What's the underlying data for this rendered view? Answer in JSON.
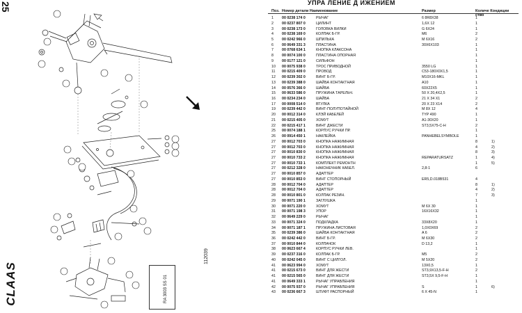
{
  "page_number": "25",
  "brand": "CLAAS",
  "drawing_number": "112039",
  "stamp_text": "RA 3003 SS 01",
  "header": {
    "title": "УПРА ЛЕНИЕ Д ИЖЕНИЕМ",
    "col_pos": "Поз.",
    "col_part": "Номер детали Наименование",
    "col_size": "Размер",
    "col_qty": "Количе Кондиции",
    "col_qty2": "ство"
  },
  "rows": [
    {
      "pos": "1",
      "art": "00 0238 174 0",
      "name": "РЫЧАГ",
      "size": "6 8R8X38",
      "qty": "1",
      "note": ""
    },
    {
      "pos": "2",
      "art": "00 0237 807 0",
      "name": "ЦИЛИНТ",
      "size": "1,6X 12",
      "qty": "1",
      "note": ""
    },
    {
      "pos": "3",
      "art": "00 0238 173 0",
      "name": "ГОЛОВКА ВИЛКИ",
      "size": "G 6X24",
      "qty": "1",
      "note": ""
    },
    {
      "pos": "4",
      "art": "00 0238 169 0",
      "name": "КОЛПАК Б-ГР.",
      "size": "M6",
      "qty": "2",
      "note": ""
    },
    {
      "pos": "5",
      "art": "00 0242 966 0",
      "name": "ШПИЛЬКА",
      "size": "M 6X16",
      "qty": "2",
      "note": ""
    },
    {
      "pos": "6",
      "art": "00 0649 331 3",
      "name": "ПЛАСТИНА",
      "size": "30X6X103",
      "qty": "1",
      "note": ""
    },
    {
      "pos": "7",
      "art": "00 0768 634 1",
      "name": "КНОПКА КЛАКСОНА",
      "size": "",
      "qty": "1",
      "note": ""
    },
    {
      "pos": "8",
      "art": "00 0074 100 0",
      "name": "ПЛАСТИНА ОПОРНАЯ",
      "size": "",
      "qty": "1",
      "note": ""
    },
    {
      "pos": "9",
      "art": "00 0177 121 0",
      "name": "СИЛЬФОН",
      "size": "",
      "qty": "1",
      "note": ""
    },
    {
      "pos": "10",
      "art": "00 0075 938 0",
      "name": "ТРОС ПРИВОДНОЙ",
      "size": "3550 LG",
      "qty": "1",
      "note": ""
    },
    {
      "pos": "11",
      "art": "00 0215 409 0",
      "name": "ПРОВОД",
      "size": "C53-180X0X1,5",
      "qty": "1",
      "note": ""
    },
    {
      "pos": "12",
      "art": "00 0239 302 0",
      "name": "ВИНТ Б-ГР.",
      "size": "M10X16-MKL",
      "qty": "1",
      "note": ""
    },
    {
      "pos": "13",
      "art": "00 0239 388 0",
      "name": "ШАЙБА КОНТАКТНАЯ",
      "size": "A10",
      "qty": "1",
      "note": ""
    },
    {
      "pos": "14",
      "art": "00 0576 366 0",
      "name": "ШАЙБА",
      "size": "60X22X5",
      "qty": "1",
      "note": ""
    },
    {
      "pos": "15",
      "art": "00 0633 586 0",
      "name": "ПРУЖИНА ТАРЕЛЬЧ.",
      "size": "50 X 20,4X2,5",
      "qty": "1",
      "note": ""
    },
    {
      "pos": "16",
      "art": "00 0234 234 0",
      "name": "ШАЙБА",
      "size": "21 X 34 X1",
      "qty": "2",
      "note": ""
    },
    {
      "pos": "17",
      "art": "00 0008 514 0",
      "name": "ВТУЛКА",
      "size": "20 X 23 X14",
      "qty": "2",
      "note": ""
    },
    {
      "pos": "19",
      "art": "00 0239 442 0",
      "name": "ВИНТ-ПОЛУПОТАЙНОЙ",
      "size": "M 8X 12",
      "qty": "4",
      "note": ""
    },
    {
      "pos": "20",
      "art": "00 0012 314 0",
      "name": "КЛЭЙ КАБЕЛЕЙ",
      "size": "TYP 490",
      "qty": "1",
      "note": ""
    },
    {
      "pos": "21",
      "art": "00 0215 405 0",
      "name": "ХОМУТ",
      "size": "A1-30X20",
      "qty": "1",
      "note": ""
    },
    {
      "pos": "22",
      "art": "00 0215 417 1",
      "name": "ВИНТ ДЖЕСТИ",
      "size": "ST3,5X75-C-H",
      "qty": "2",
      "note": ""
    },
    {
      "pos": "25",
      "art": "00 0074 188 1",
      "name": "КОРПУС РУЧКИ ПР.",
      "size": "",
      "qty": "1",
      "note": ""
    },
    {
      "pos": "26",
      "art": "00 0914 450 1",
      "name": "НАКЛЕЙКА",
      "size": "PANHEBELSYMBOLE",
      "qty": "1",
      "note": ""
    },
    {
      "pos": "27",
      "art": "00 0012 703 0",
      "name": "КНОПКА НАЖИМНАЯ",
      "size": "",
      "qty": "8",
      "note": "1)"
    },
    {
      "pos": "27",
      "art": "00 0012 703 0",
      "name": "КНОПКА НАЖИМНАЯ",
      "size": "",
      "qty": "4",
      "note": "2)"
    },
    {
      "pos": "27",
      "art": "00 0010 830 0",
      "name": "КНОПКА НАЖИМНАЯ",
      "size": "",
      "qty": "8",
      "note": "3)"
    },
    {
      "pos": "27",
      "art": "00 0010 733 2",
      "name": "КНОПКА НАЖИМНАЯ",
      "size": "REPARATURSATZ",
      "qty": "1",
      "note": "4)"
    },
    {
      "pos": "27",
      "art": "00 0010 733 1",
      "name": "КОМПЛЕКТ РЕМОНТН",
      "size": "",
      "qty": "1",
      "note": "5)"
    },
    {
      "pos": "27",
      "art": "00 0212 328 0",
      "name": "НАКОНЕЧНИК КАБЕЛ.",
      "size": "2,8-1",
      "qty": "6",
      "note": ""
    },
    {
      "pos": "27",
      "art": "00 0010 857 0",
      "name": "АДАПТЕР",
      "size": "",
      "qty": "",
      "note": ""
    },
    {
      "pos": "27",
      "art": "00 0010 853 0",
      "name": "ВИНТ СТОПОРНЫЙ",
      "size": "ER5,D.018B531",
      "qty": "4",
      "note": ""
    },
    {
      "pos": "28",
      "art": "00 0012 704 0",
      "name": "АДАПТЕР",
      "size": "",
      "qty": "8",
      "note": "1)"
    },
    {
      "pos": "28",
      "art": "00 0012 704 0",
      "name": "АДАПТЕР",
      "size": "",
      "qty": "4",
      "note": "2)"
    },
    {
      "pos": "28",
      "art": "00 0010 801 0",
      "name": "КОЛПАК РЕЗИН.",
      "size": "",
      "qty": "7",
      "note": "3)"
    },
    {
      "pos": "29",
      "art": "00 0071 190 1",
      "name": "ЗАГЛУШКА",
      "size": "",
      "qty": "1",
      "note": ""
    },
    {
      "pos": "30",
      "art": "00 0071 220 0",
      "name": "ХОМУТ",
      "size": "M 6X 30",
      "qty": "1",
      "note": ""
    },
    {
      "pos": "31",
      "art": "00 0071 198 3",
      "name": "УПОР",
      "size": "16X16X32",
      "qty": "1",
      "note": ""
    },
    {
      "pos": "32",
      "art": "00 0649 229 0",
      "name": "РЫЧАГ",
      "size": "",
      "qty": "1",
      "note": ""
    },
    {
      "pos": "33",
      "art": "00 0071 324 0",
      "name": "ПОДКЛАДКА",
      "size": "33X8X20",
      "qty": "1",
      "note": ""
    },
    {
      "pos": "34",
      "art": "00 0071 187 1",
      "name": "ПРУЖИНА ЛИСТОВАЯ",
      "size": "1,0X0X69",
      "qty": "2",
      "note": ""
    },
    {
      "pos": "35",
      "art": "00 0239 386 0",
      "name": "ШАЙБА КОНТАКТНАЯ",
      "size": "A 6",
      "qty": "2",
      "note": ""
    },
    {
      "pos": "36",
      "art": "00 0242 442 0",
      "name": "ВИНТ Б-ГР.",
      "size": "M 6X30",
      "qty": "2",
      "note": ""
    },
    {
      "pos": "37",
      "art": "00 0010 844 0",
      "name": "КОЛПАЧОК",
      "size": "D 13,2",
      "qty": "1",
      "note": ""
    },
    {
      "pos": "38",
      "art": "00 0623 667 4",
      "name": "КОРПУС РУЧКИ ЛЕВ.",
      "size": "",
      "qty": "1",
      "note": ""
    },
    {
      "pos": "39",
      "art": "00 0237 316 0",
      "name": "КОЛПАК Б-ГР.",
      "size": "M5",
      "qty": "2",
      "note": ""
    },
    {
      "pos": "40",
      "art": "00 0242 045 0",
      "name": "ВИНТ С ЦИЛГОЛ.",
      "size": "M 5X20",
      "qty": "2",
      "note": ""
    },
    {
      "pos": "41",
      "art": "00 0623 994 0",
      "name": "ХОМУТ",
      "size": "13X0,5",
      "qty": "1",
      "note": ""
    },
    {
      "pos": "41",
      "art": "00 0215 673 0",
      "name": "ВИНТ ДЛЯ ЖЕСТИ",
      "size": "ST3,9X13,5-F-H",
      "qty": "2",
      "note": ""
    },
    {
      "pos": "41",
      "art": "00 0215 565 0",
      "name": "ВИНТ ДЛЯ ЖЕСТИ",
      "size": "ST3,5X 9,5-F-H",
      "qty": "1",
      "note": ""
    },
    {
      "pos": "41",
      "art": "00 0649 333 1",
      "name": "РЫЧАГ УПРАВЛЕНИЯ",
      "size": "",
      "qty": "1",
      "note": ""
    },
    {
      "pos": "42",
      "art": "00 0075 937 0",
      "name": "РЫЧАГ УПРАВЛЕНИЯ",
      "size": "S",
      "qty": "1",
      "note": "6)"
    },
    {
      "pos": "43",
      "art": "00 0236 667 3",
      "name": "ШТИФТ РАСПОРНЫЙ",
      "size": "6 X 45-N",
      "qty": "1",
      "note": ""
    }
  ]
}
